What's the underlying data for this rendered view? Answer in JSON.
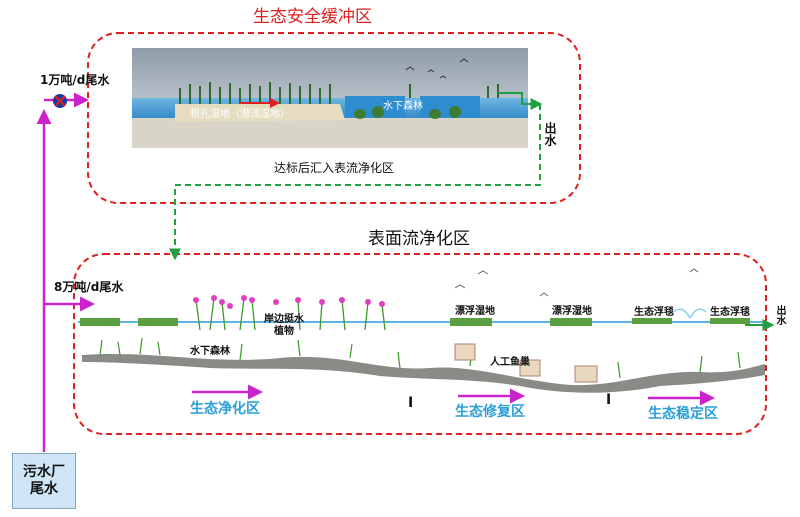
{
  "buffer_zone": {
    "title": "生态安全缓冲区",
    "flow_label": "1万吨/d尾水",
    "root_wetland": "根孔湿地（潜流湿地）",
    "submerged_forest": "水下森林",
    "outlet": "出水",
    "note": "达标后汇入表流净化区"
  },
  "surface_zone": {
    "title": "表面流净化区",
    "flow_label": "8万吨/d尾水",
    "shore_plants": "岸边挺水植物",
    "submerged_forest": "水下森林",
    "floating_wetland_1": "漂浮湿地",
    "floating_wetland_2": "漂浮湿地",
    "fish_nest": "人工鱼巢",
    "eco_blanket_1": "生态浮毯",
    "eco_blanket_2": "生态浮毯",
    "outlet": "出水",
    "zones": [
      "生态净化区",
      "生态修复区",
      "生态稳定区"
    ],
    "dividers": [
      "I",
      "I"
    ]
  },
  "source": {
    "label": "污水厂尾水"
  },
  "colors": {
    "boundary": "#e02020",
    "flow_green": "#20a040",
    "flow_magenta": "#cc22cc",
    "zone_text": "#2a9fd8",
    "water": "#2a9ad8"
  }
}
